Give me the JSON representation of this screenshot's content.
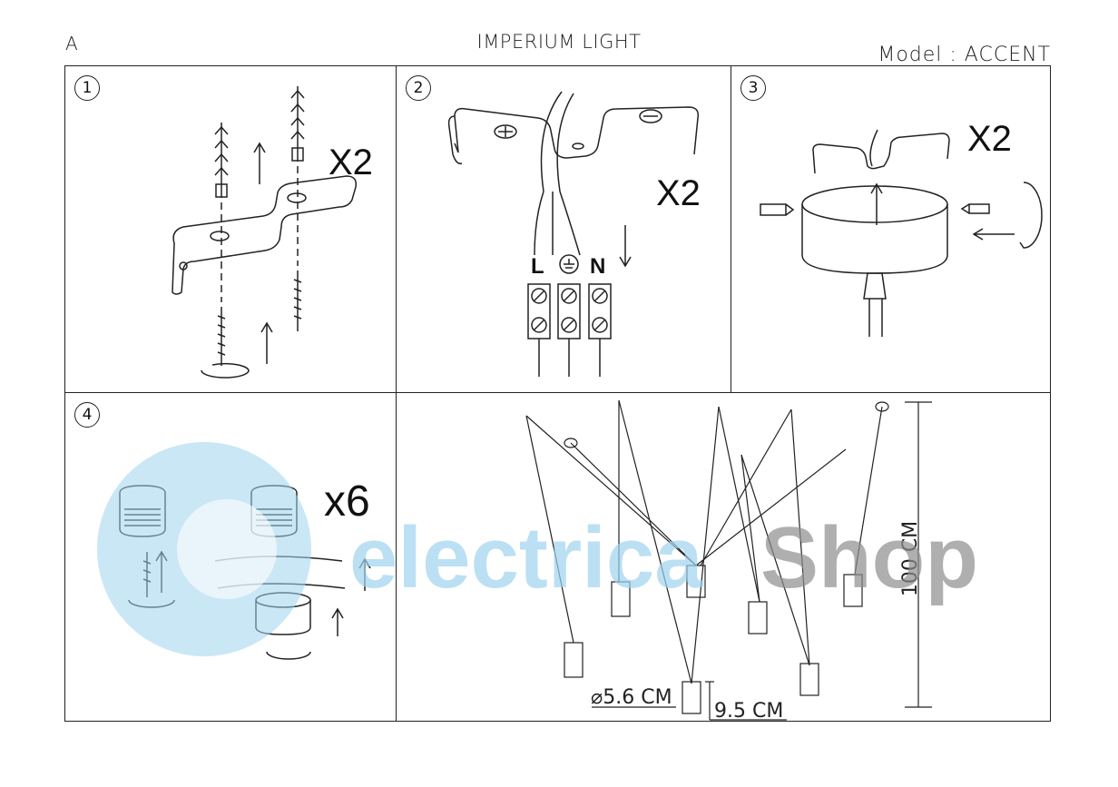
{
  "header": {
    "left": "A",
    "title": "IMPERIUM LIGHT",
    "model": "Model : ACCENT"
  },
  "panels": [
    {
      "number": "1",
      "multiplier": "X2"
    },
    {
      "number": "2",
      "multiplier": "X2",
      "terminals": [
        "L",
        "N"
      ]
    },
    {
      "number": "3",
      "multiplier": "X2"
    },
    {
      "number": "4",
      "multiplier": "x6"
    }
  ],
  "dimensions": {
    "height": "100 CM",
    "diameter": "⌀5.6 CM",
    "length": "9.5 CM"
  },
  "watermark": {
    "part1": "electrica",
    "part2": "Shop",
    "color_blue": "#9fd3ee",
    "color_gray": "#8e8e8e"
  }
}
